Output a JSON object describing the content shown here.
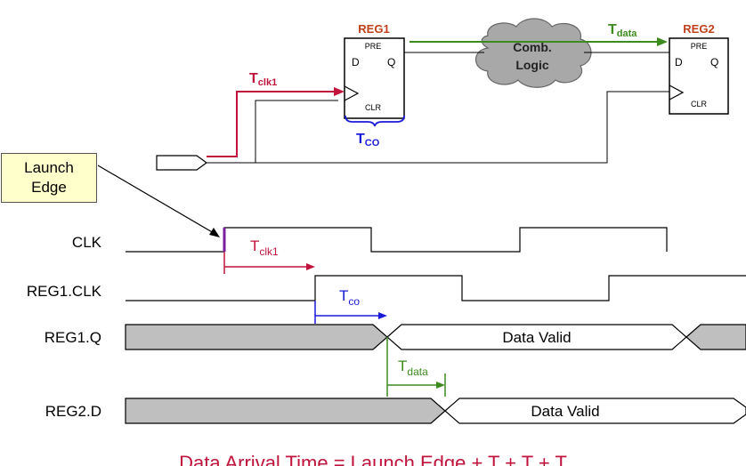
{
  "schematic": {
    "reg1": {
      "name": "REG1",
      "pre": "PRE",
      "d": "D",
      "q": "Q",
      "clr": "CLR"
    },
    "reg2": {
      "name": "REG2",
      "pre": "PRE",
      "d": "D",
      "q": "Q",
      "clr": "CLR"
    },
    "comb_logic": {
      "line1": "Comb.",
      "line2": "Logic"
    },
    "t_clk1": {
      "main": "T",
      "sub": "clk1"
    },
    "t_data": {
      "main": "T",
      "sub": "data"
    },
    "t_co": {
      "main": "T",
      "sub": "CO"
    }
  },
  "launch_edge": {
    "line1": "Launch",
    "line2": "Edge"
  },
  "waveforms": {
    "clk_label": "CLK",
    "reg1clk_label": "REG1.CLK",
    "reg1q_label": "REG1.Q",
    "reg2d_label": "REG2.D",
    "data_valid_q": "Data Valid",
    "data_valid_d": "Data Valid",
    "t_clk1": {
      "main": "T",
      "sub": "clk1"
    },
    "t_co": {
      "main": "T",
      "sub": "co"
    },
    "t_data": {
      "main": "T",
      "sub": "data"
    }
  },
  "footer_text": "Data Arrival Time = Launch Edge + T   + T   + T",
  "colors": {
    "red": "#c0143c",
    "green": "#3d8b1e",
    "blue": "#1a1adb",
    "reg_name": "#c0401a",
    "cloud": "#a8a8a8",
    "shade": "#bfbfbf",
    "launch_bg": "#ffffcc"
  }
}
